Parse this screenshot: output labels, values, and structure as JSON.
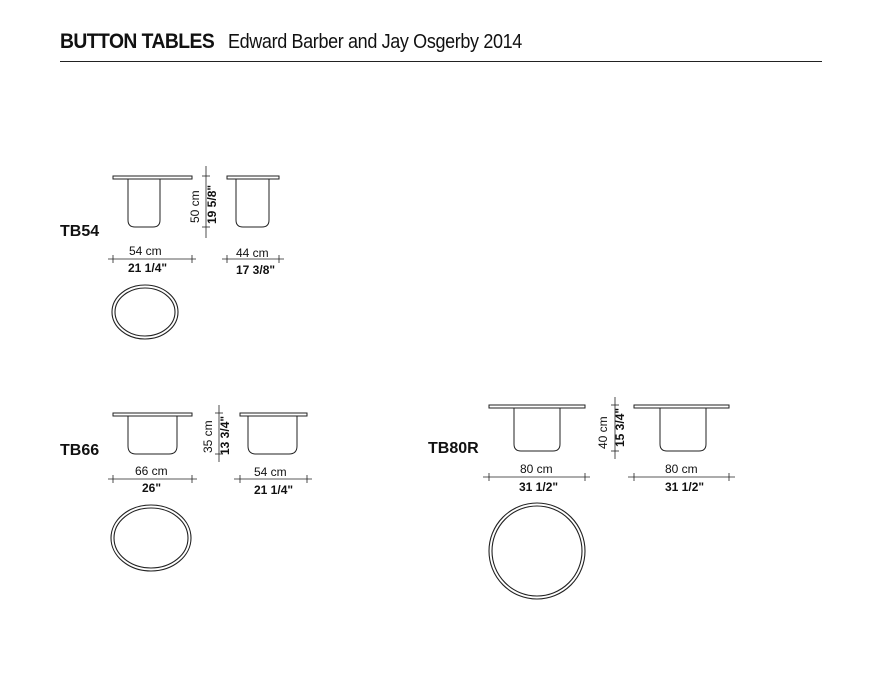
{
  "header": {
    "title": "BUTTON TABLES",
    "subtitle": "Edward Barber and Jay Osgerby  2014"
  },
  "models": {
    "tb54": {
      "name": "TB54",
      "height_cm": "50 cm",
      "height_in": "19 5/8\"",
      "front_cm": "54 cm",
      "front_in": "21 1/4\"",
      "side_cm": "44 cm",
      "side_in": "17 3/8\""
    },
    "tb66": {
      "name": "TB66",
      "height_cm": "35 cm",
      "height_in": "13 3/4\"",
      "front_cm": "66 cm",
      "front_in": "26\"",
      "side_cm": "54 cm",
      "side_in": "21 1/4\""
    },
    "tb80r": {
      "name": "TB80R",
      "height_cm": "40 cm",
      "height_in": "15 3/4\"",
      "front_cm": "80 cm",
      "front_in": "31 1/2\"",
      "side_cm": "80 cm",
      "side_in": "31 1/2\""
    }
  }
}
